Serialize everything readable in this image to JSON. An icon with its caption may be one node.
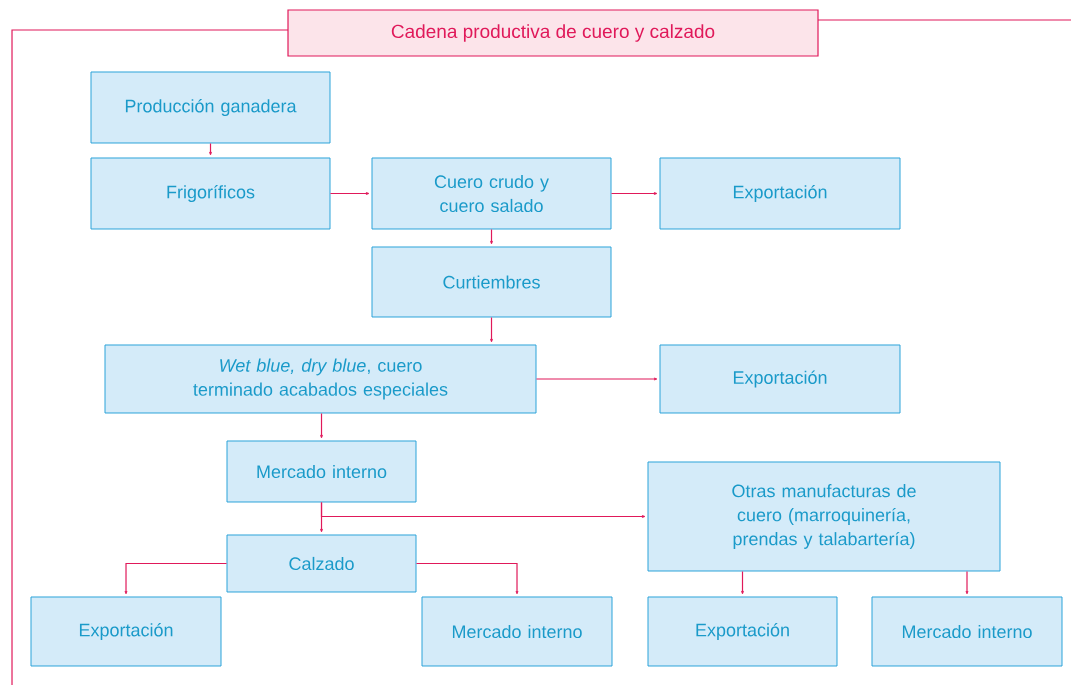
{
  "diagram": {
    "title": "Cadena productiva de cuero y calzado",
    "nodes": [
      {
        "text": [
          "Producción ganadera"
        ]
      },
      {
        "text": [
          "Frigoríficos"
        ]
      },
      {
        "text": [
          "Cuero crudo y cuero salado"
        ]
      },
      {
        "text": [
          "Exportación"
        ]
      },
      {
        "text": [
          "Curtiembres"
        ]
      },
      {
        "text": [
          "*Wet blue, dry blue*, cuero terminado acabados especiales"
        ]
      },
      {
        "text": [
          "Exportación"
        ]
      },
      {
        "text": [
          "Mercado interno"
        ]
      },
      {
        "text": [
          "Otras manufacturas de cuero (marroquinería, prendas y talabartería)"
        ]
      },
      {
        "text": [
          "Calzado"
        ]
      },
      {
        "text": [
          "Exportación"
        ]
      },
      {
        "text": [
          "Mercado interno"
        ]
      },
      {
        "text": [
          "Exportación"
        ]
      },
      {
        "text": [
          "Mercado interno"
        ]
      }
    ],
    "edges": [
      {
        "from": 0,
        "to": 1,
        "arrow": "to"
      },
      {
        "from": 1,
        "to": 2,
        "arrow": "to"
      },
      {
        "from": 2,
        "to": 3,
        "arrow": "to"
      },
      {
        "from": 2,
        "to": 4,
        "arrow": "to"
      },
      {
        "from": 4,
        "to": 5,
        "arrow": "to"
      },
      {
        "from": 5,
        "to": 6,
        "arrow": "to"
      },
      {
        "from": 5,
        "to": 7,
        "arrow": "to"
      },
      {
        "from": 7,
        "to": 9,
        "arrow": "to"
      },
      {
        "from": 7,
        "to": 8,
        "arrow": "to"
      },
      {
        "from": 9,
        "to": 10,
        "arrow": "to"
      },
      {
        "from": 9,
        "to": 11,
        "arrow": "to"
      },
      {
        "from": 8,
        "to": 12,
        "arrow": "to"
      },
      {
        "from": 8,
        "to": 13,
        "arrow": "to"
      }
    ]
  }
}
